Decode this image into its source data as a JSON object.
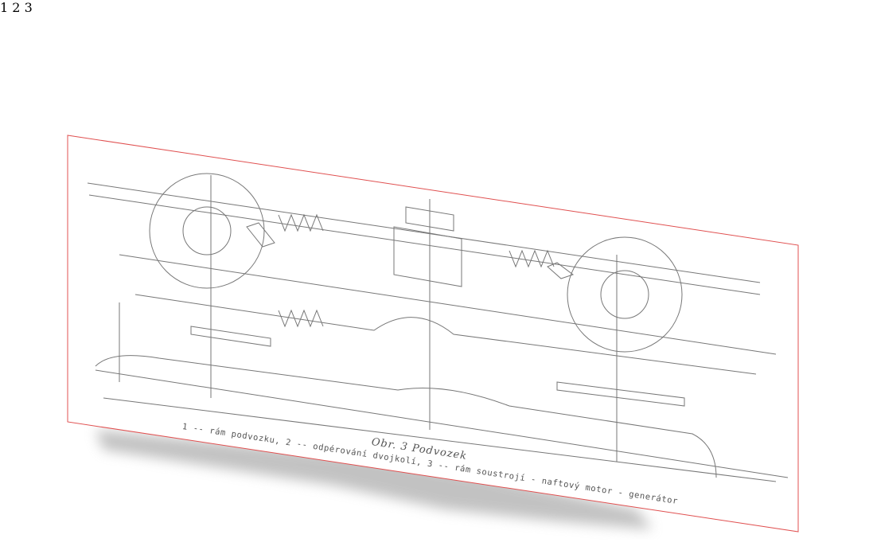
{
  "canvas_image": {
    "caption_title": "Obr. 3 Podvozek",
    "caption_legend": "1 -- rám podvozku, 2 -- odpérování dvojkolí, 3 -- rám soustrojí - naftový motor - generátor",
    "callouts": [
      "1",
      "2",
      "3"
    ]
  },
  "colors": {
    "canvas_border": "#e05050",
    "model": "#5a554f",
    "drawing_line": "#777777"
  }
}
